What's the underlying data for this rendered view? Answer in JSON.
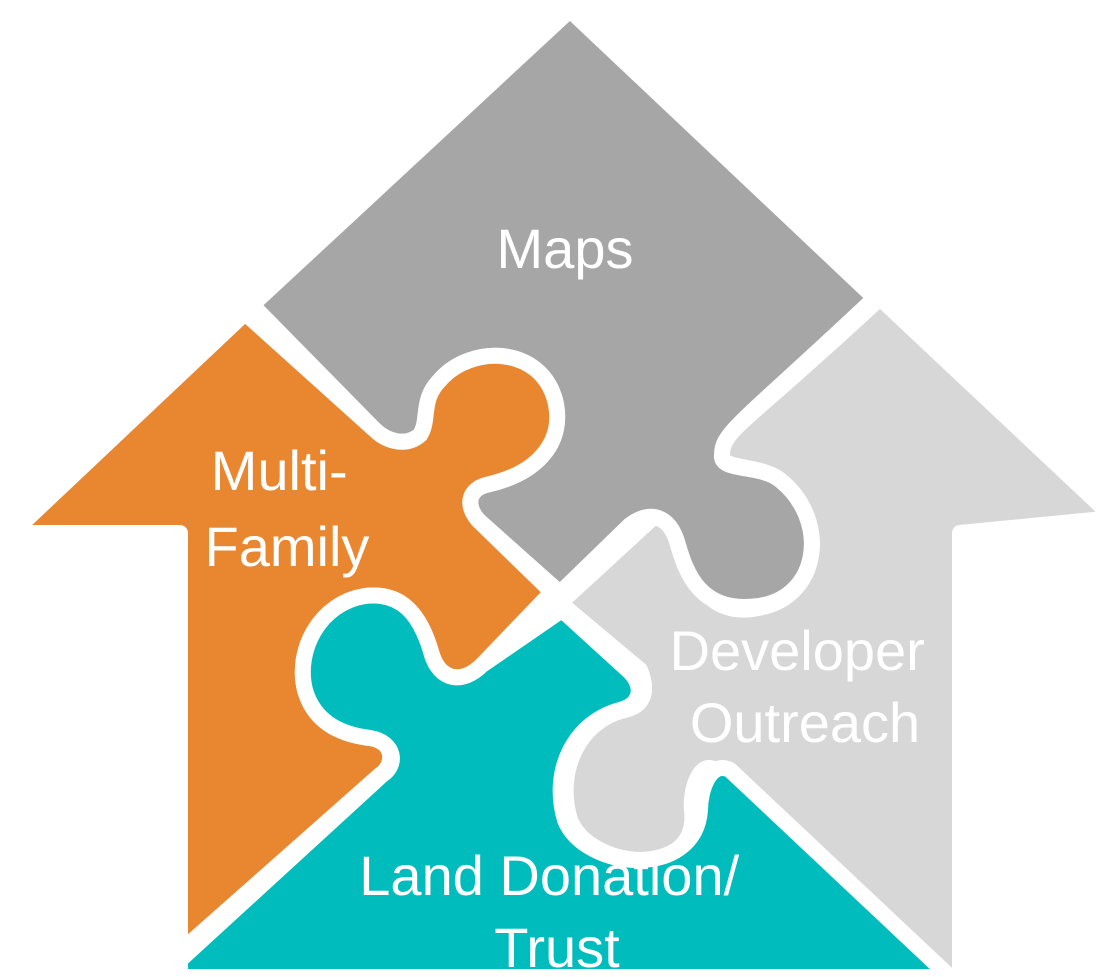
{
  "pieces": [
    {
      "id": "maps",
      "lines": [
        "Maps"
      ],
      "color": "#a6a6a6"
    },
    {
      "id": "multi-family",
      "lines": [
        "Multi-",
        "Family"
      ],
      "color": "#e98731"
    },
    {
      "id": "developer-outreach",
      "lines": [
        "Developer",
        "Outreach"
      ],
      "color": "#d7d7d7"
    },
    {
      "id": "land-donation",
      "lines": [
        "Land Donation/",
        "Trust"
      ],
      "color": "#00bcbc"
    }
  ]
}
